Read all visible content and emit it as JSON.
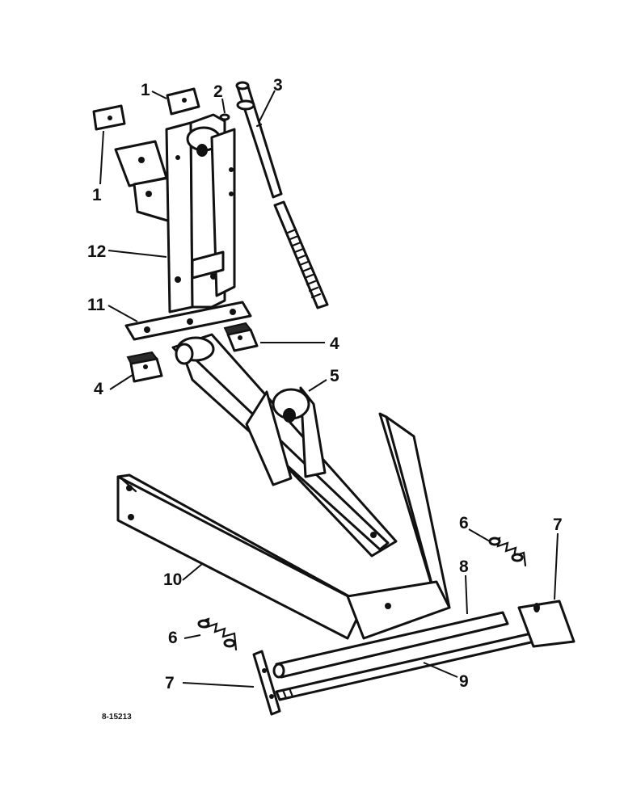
{
  "figure_id": "8-15213",
  "callouts": {
    "c1a": "1",
    "c1b": "1",
    "c2": "2",
    "c3": "3",
    "c4a": "4",
    "c4b": "4",
    "c5": "5",
    "c6a": "6",
    "c6b": "6",
    "c7a": "7",
    "c7b": "7",
    "c8": "8",
    "c9": "9",
    "c10": "10",
    "c11": "11",
    "c12": "12"
  }
}
